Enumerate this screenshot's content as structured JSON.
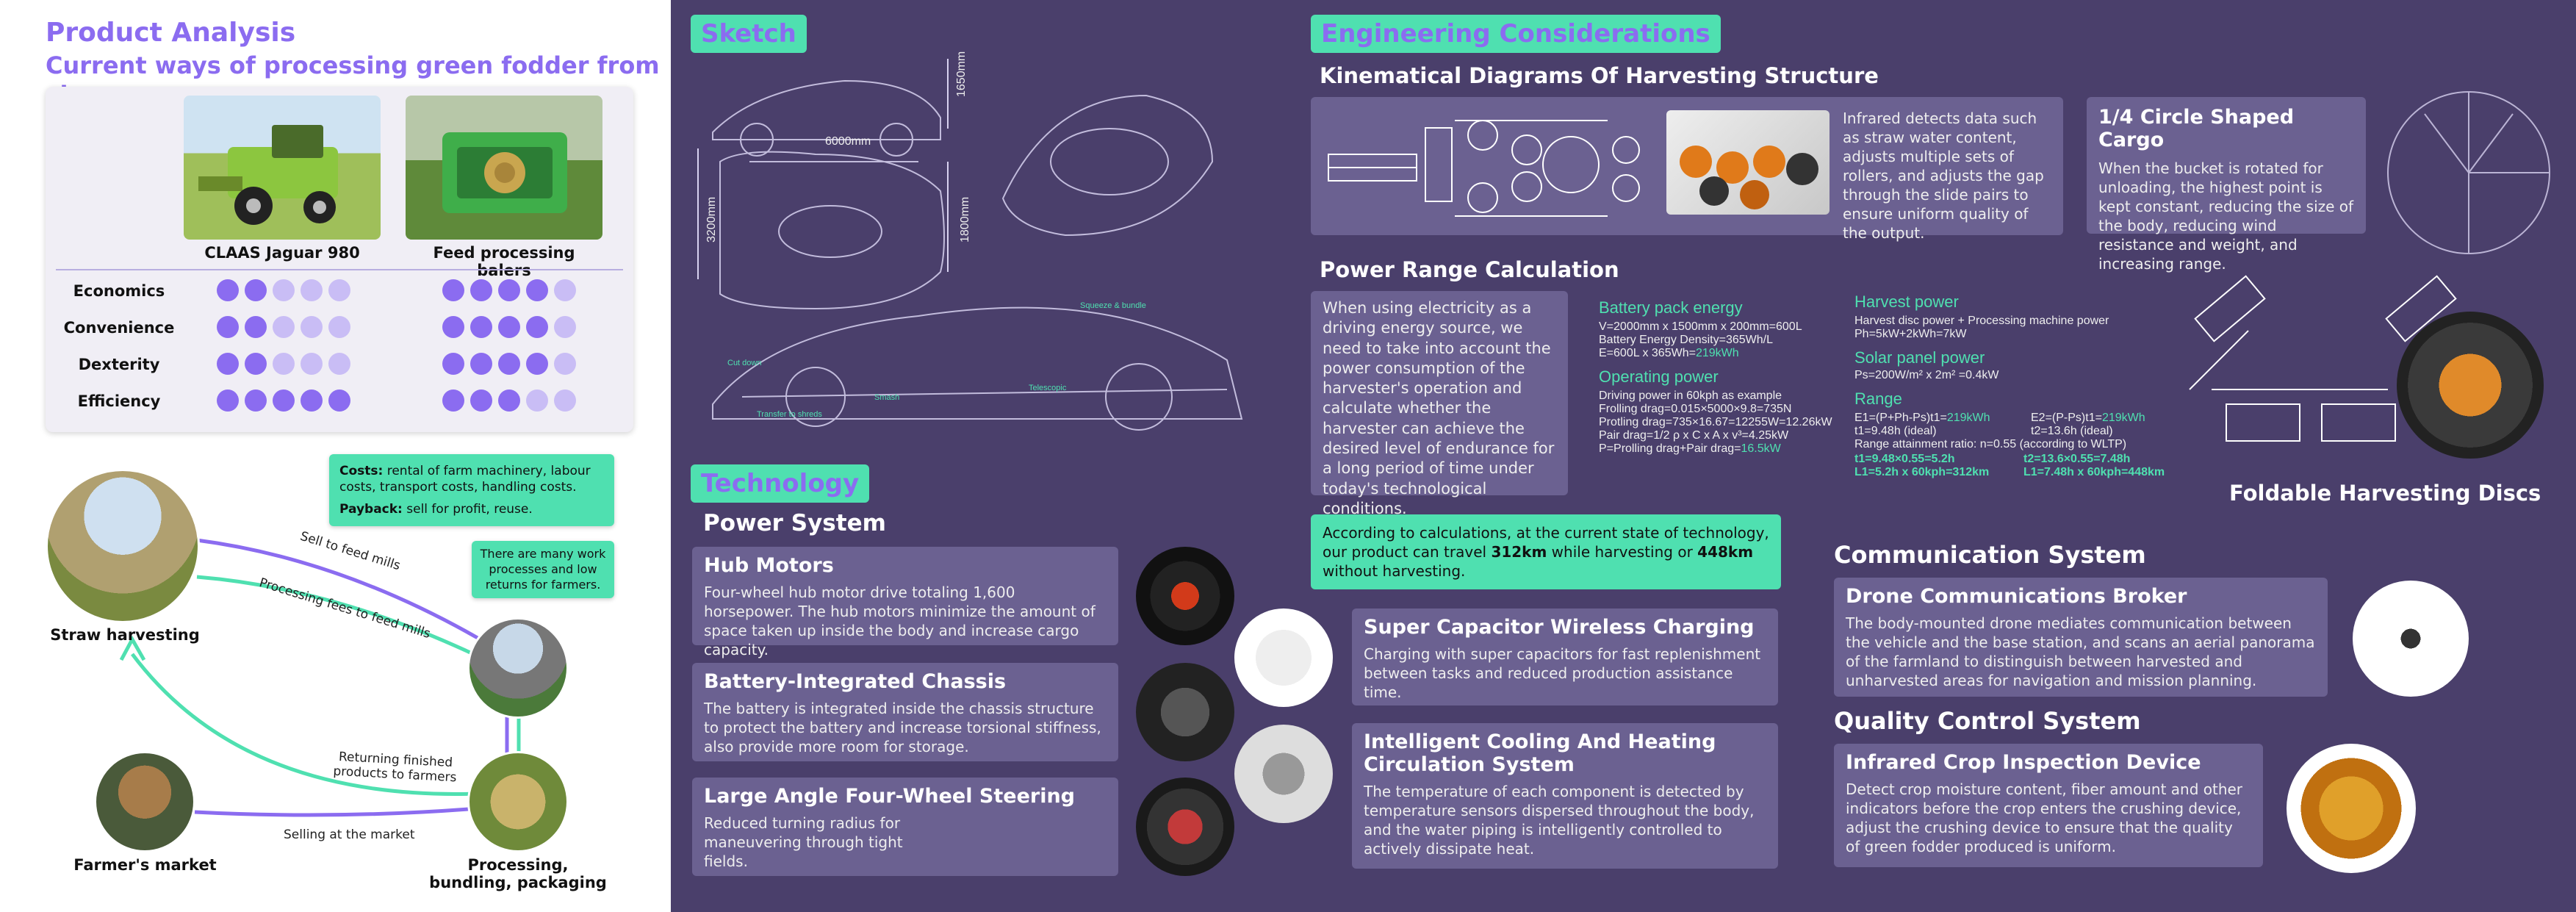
{
  "left": {
    "title": "Product Analysis",
    "subtitle": "Current ways of processing green fodder from straw",
    "products": [
      {
        "name": "CLAAS Jaguar 980"
      },
      {
        "name": "Feed processing balers"
      }
    ],
    "criteria": [
      {
        "label": "Economics",
        "p1": 2,
        "p2": 4
      },
      {
        "label": "Convenience",
        "p1": 2,
        "p2": 4
      },
      {
        "label": "Dexterity",
        "p1": 2,
        "p2": 4
      },
      {
        "label": "Efficiency",
        "p1": 5,
        "p2": 3
      }
    ],
    "max_dots": 5,
    "costs_label": "Costs:",
    "costs_text": "rental of farm machinery, labour costs, transport costs, handling costs.",
    "payback_label": "Payback:",
    "payback_text": "sell for profit, reuse.",
    "note2": "There are many work processes and low returns for farmers.",
    "flow": {
      "straw": "Straw harvesting",
      "market": "Farmer's market",
      "processing": "Processing, bundling, packaging",
      "sell_feed": "Sell to feed mills",
      "proc_fees": "Processing fees to feed mills",
      "returning": "Returning finished products to farmers",
      "selling_market": "Selling at the market"
    }
  },
  "sketch": {
    "tag": "Sketch",
    "dims": {
      "length": "6000mm",
      "height": "1650mm",
      "width": "3200mm",
      "height2": "1800mm"
    },
    "labels": {
      "squeeze": "Squeeze & bundle",
      "cut": "Cut down",
      "smash": "Smash",
      "transfer": "Transfer to shreds",
      "telescopic": "Telescopic"
    }
  },
  "tech": {
    "tag": "Technology",
    "power_title": "Power System",
    "items": [
      {
        "title": "Hub Motors",
        "body": "Four-wheel hub motor drive totaling 1,600 horsepower. The hub motors minimize the amount of space taken up inside the body and increase cargo capacity."
      },
      {
        "title": "Battery-Integrated Chassis",
        "body": "The battery is integrated inside the chassis structure to protect the battery and increase torsional stiffness, also provide more room for storage."
      },
      {
        "title": "Large Angle Four-Wheel Steering",
        "body": "Reduced turning radius for maneuvering through tight fields."
      }
    ],
    "right_items": [
      {
        "title": "Super Capacitor Wireless Charging",
        "body": "Charging with super capacitors for fast replenishment between tasks and reduced production assistance time."
      },
      {
        "title": "Intelligent Cooling And Heating Circulation System",
        "body": "The temperature of each component is detected by temperature sensors dispersed throughout the body, and the water piping is intelligently controlled to actively dissipate heat."
      }
    ]
  },
  "eng": {
    "tag": "Engineering Considerations",
    "kin_title": "Kinematical Diagrams Of Harvesting Structure",
    "kin_text": "Infrared detects data such as straw water content, adjusts multiple sets of rollers, and adjusts the gap through the slide pairs to ensure uniform quality of the output.",
    "cargo_title": "1/4 Circle Shaped Cargo",
    "cargo_text": "When the bucket is rotated for unloading, the highest point is kept constant, reducing the size of the body, reducing wind resistance and weight, and increasing range.",
    "power_title": "Power Range Calculation",
    "power_text": "When using electricity as a driving energy source, we need to take into account the power consumption of the harvester's operation and calculate whether the harvester can achieve the desired level of endurance for a long period of time under today's technological conditions.",
    "battery_title": "Battery pack energy",
    "battery_lines": [
      "V=2000mm x 1500mm x 200mm=600L",
      "Battery Energy Density=365Wh/L"
    ],
    "battery_e": "E=600L x 365Wh=",
    "battery_e_val": "219kWh",
    "operating_title": "Operating power",
    "operating_lines": [
      "Driving power in 60kph as example",
      "Frolling drag=0.015×5000×9.8=735N",
      "Protling drag=735×16.67=12255W=12.26kW",
      "Pair drag=1/2 ρ x C x A x v³=4.25kW"
    ],
    "operating_p": "P=Prolling drag+Pair drag=",
    "operating_p_val": "16.5kW",
    "harvest_title": "Harvest power",
    "harvest_lines": [
      "Harvest disc power + Processing machine power",
      "Ph=5kW+2kWh=7kW"
    ],
    "solar_title": "Solar panel power",
    "solar_line": "Ps=200W/m² x 2m² =0.4kW",
    "range_title": "Range",
    "range_cols": [
      {
        "e": "E1=(P+Ph-Ps)t1=",
        "e_val": "219kWh",
        "t": "t1=9.48h (ideal)"
      },
      {
        "e": "E2=(P-Ps)t1=",
        "e_val": "219kWh",
        "t": "t2=13.6h (ideal)"
      }
    ],
    "range_ratio": "Range attainment ratio: n=0.55 (according to WLTP)",
    "range_results": [
      {
        "t": "t1=9.48×0.55=5.2h",
        "l": "L1=5.2h x 60kph=312km"
      },
      {
        "t": "t2=13.6×0.55=7.48h",
        "l": "L1=7.48h x 60kph=448km"
      }
    ],
    "calc_text_pre": "According to calculations, at the current state of technology, our product can travel ",
    "calc_val1": "312km",
    "calc_mid": " while harvesting or ",
    "calc_val2": "448km",
    "calc_post": " without harvesting.",
    "discs_title": "Foldable Harvesting Discs"
  },
  "comm": {
    "title": "Communication System",
    "item_title": "Drone Communications Broker",
    "item_body": "The body-mounted drone mediates communication between the vehicle and the base station, and scans an aerial panorama of the farmland to distinguish between harvested and unharvested areas for navigation and mission planning."
  },
  "qc": {
    "title": "Quality Control System",
    "item_title": "Infrared Crop Inspection Device",
    "item_body": "Detect crop moisture content, fiber amount and other indicators before the crop enters the crushing device, adjust the crushing device to ensure that the quality of green fodder produced is uniform."
  },
  "colors": {
    "accent_purple": "#8b6cf0",
    "mint": "#4fe0b0",
    "bg_dark": "#4a3f6b",
    "card": "#6b6191"
  }
}
